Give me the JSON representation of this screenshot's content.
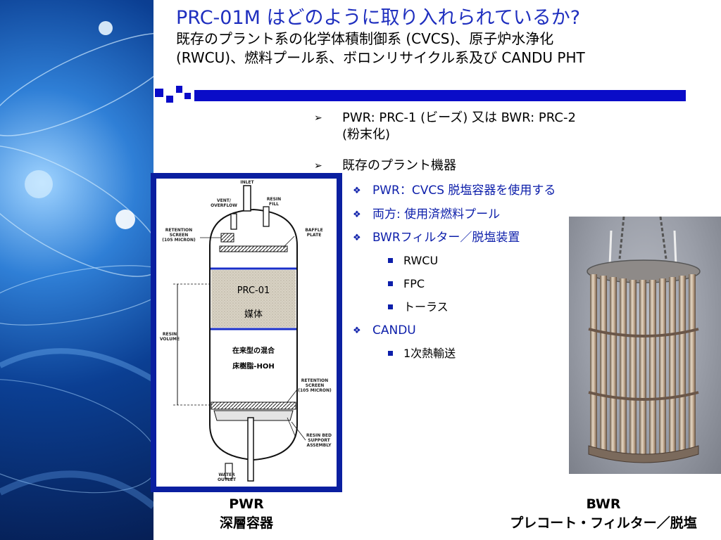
{
  "title": {
    "main": "PRC-01M はどのように取り入れられているか?",
    "sub_line1": "既存のプラント系の化学体積制御系 (CVCS)、原子炉水浄化",
    "sub_line2": "(RWCU)、燃料プール系、ボロンリサイクル系及び CANDU PHT"
  },
  "bullets": {
    "level1": [
      {
        "marker": "➢",
        "line1": "PWR: PRC-1 (ビーズ) 又は BWR: PRC-2",
        "line2": "(粉末化)"
      },
      {
        "marker": "➢",
        "line1": "既存のプラント機器",
        "line2": ""
      }
    ],
    "level2": [
      {
        "marker": "❖",
        "text": "PWR：CVCS 脱塩容器を使用する"
      },
      {
        "marker": "❖",
        "text": "両方: 使用済燃料プール"
      },
      {
        "marker": "❖",
        "text": "BWRフィルター／脱塩装置"
      },
      {
        "marker": "❖",
        "text": "CANDU"
      }
    ],
    "level3_bwr": [
      "RWCU",
      "FPC",
      "トーラス"
    ],
    "level3_candu": [
      "1次熱輸送"
    ]
  },
  "diagram": {
    "labels": {
      "inlet": "INLET",
      "vent_overflow": "VENT/\nOVERFLOW",
      "resin_fill": "RESIN\nFILL",
      "retention_screen_top": "RETENTION\nSCREEN\n(105 MICRON)",
      "baffle_plate": "BAFFLE\nPLATE",
      "resin_volume": "RESIN\nVOLUME",
      "retention_screen_bottom": "RETENTION\nSCREEN\n(105 MICRON)",
      "resin_bed_support": "RESIN BED\nSUPPORT\nASSEMBLY",
      "water_outlet": "WATER\nOUTLET"
    },
    "media_line1": "PRC-01",
    "media_line2": "媒体",
    "mix_line1": "在来型の混合",
    "mix_line2": "床樹脂-HOH"
  },
  "captions": {
    "left_line1": "PWR",
    "left_line2": "深層容器",
    "right_line1": "BWR",
    "right_line2": "プレコート・フィルター／脱塩"
  },
  "colors": {
    "title_blue": "#1f2fbf",
    "accent_blue": "#0a0cc8",
    "sub_bullet_blue": "#0c1eaa"
  }
}
